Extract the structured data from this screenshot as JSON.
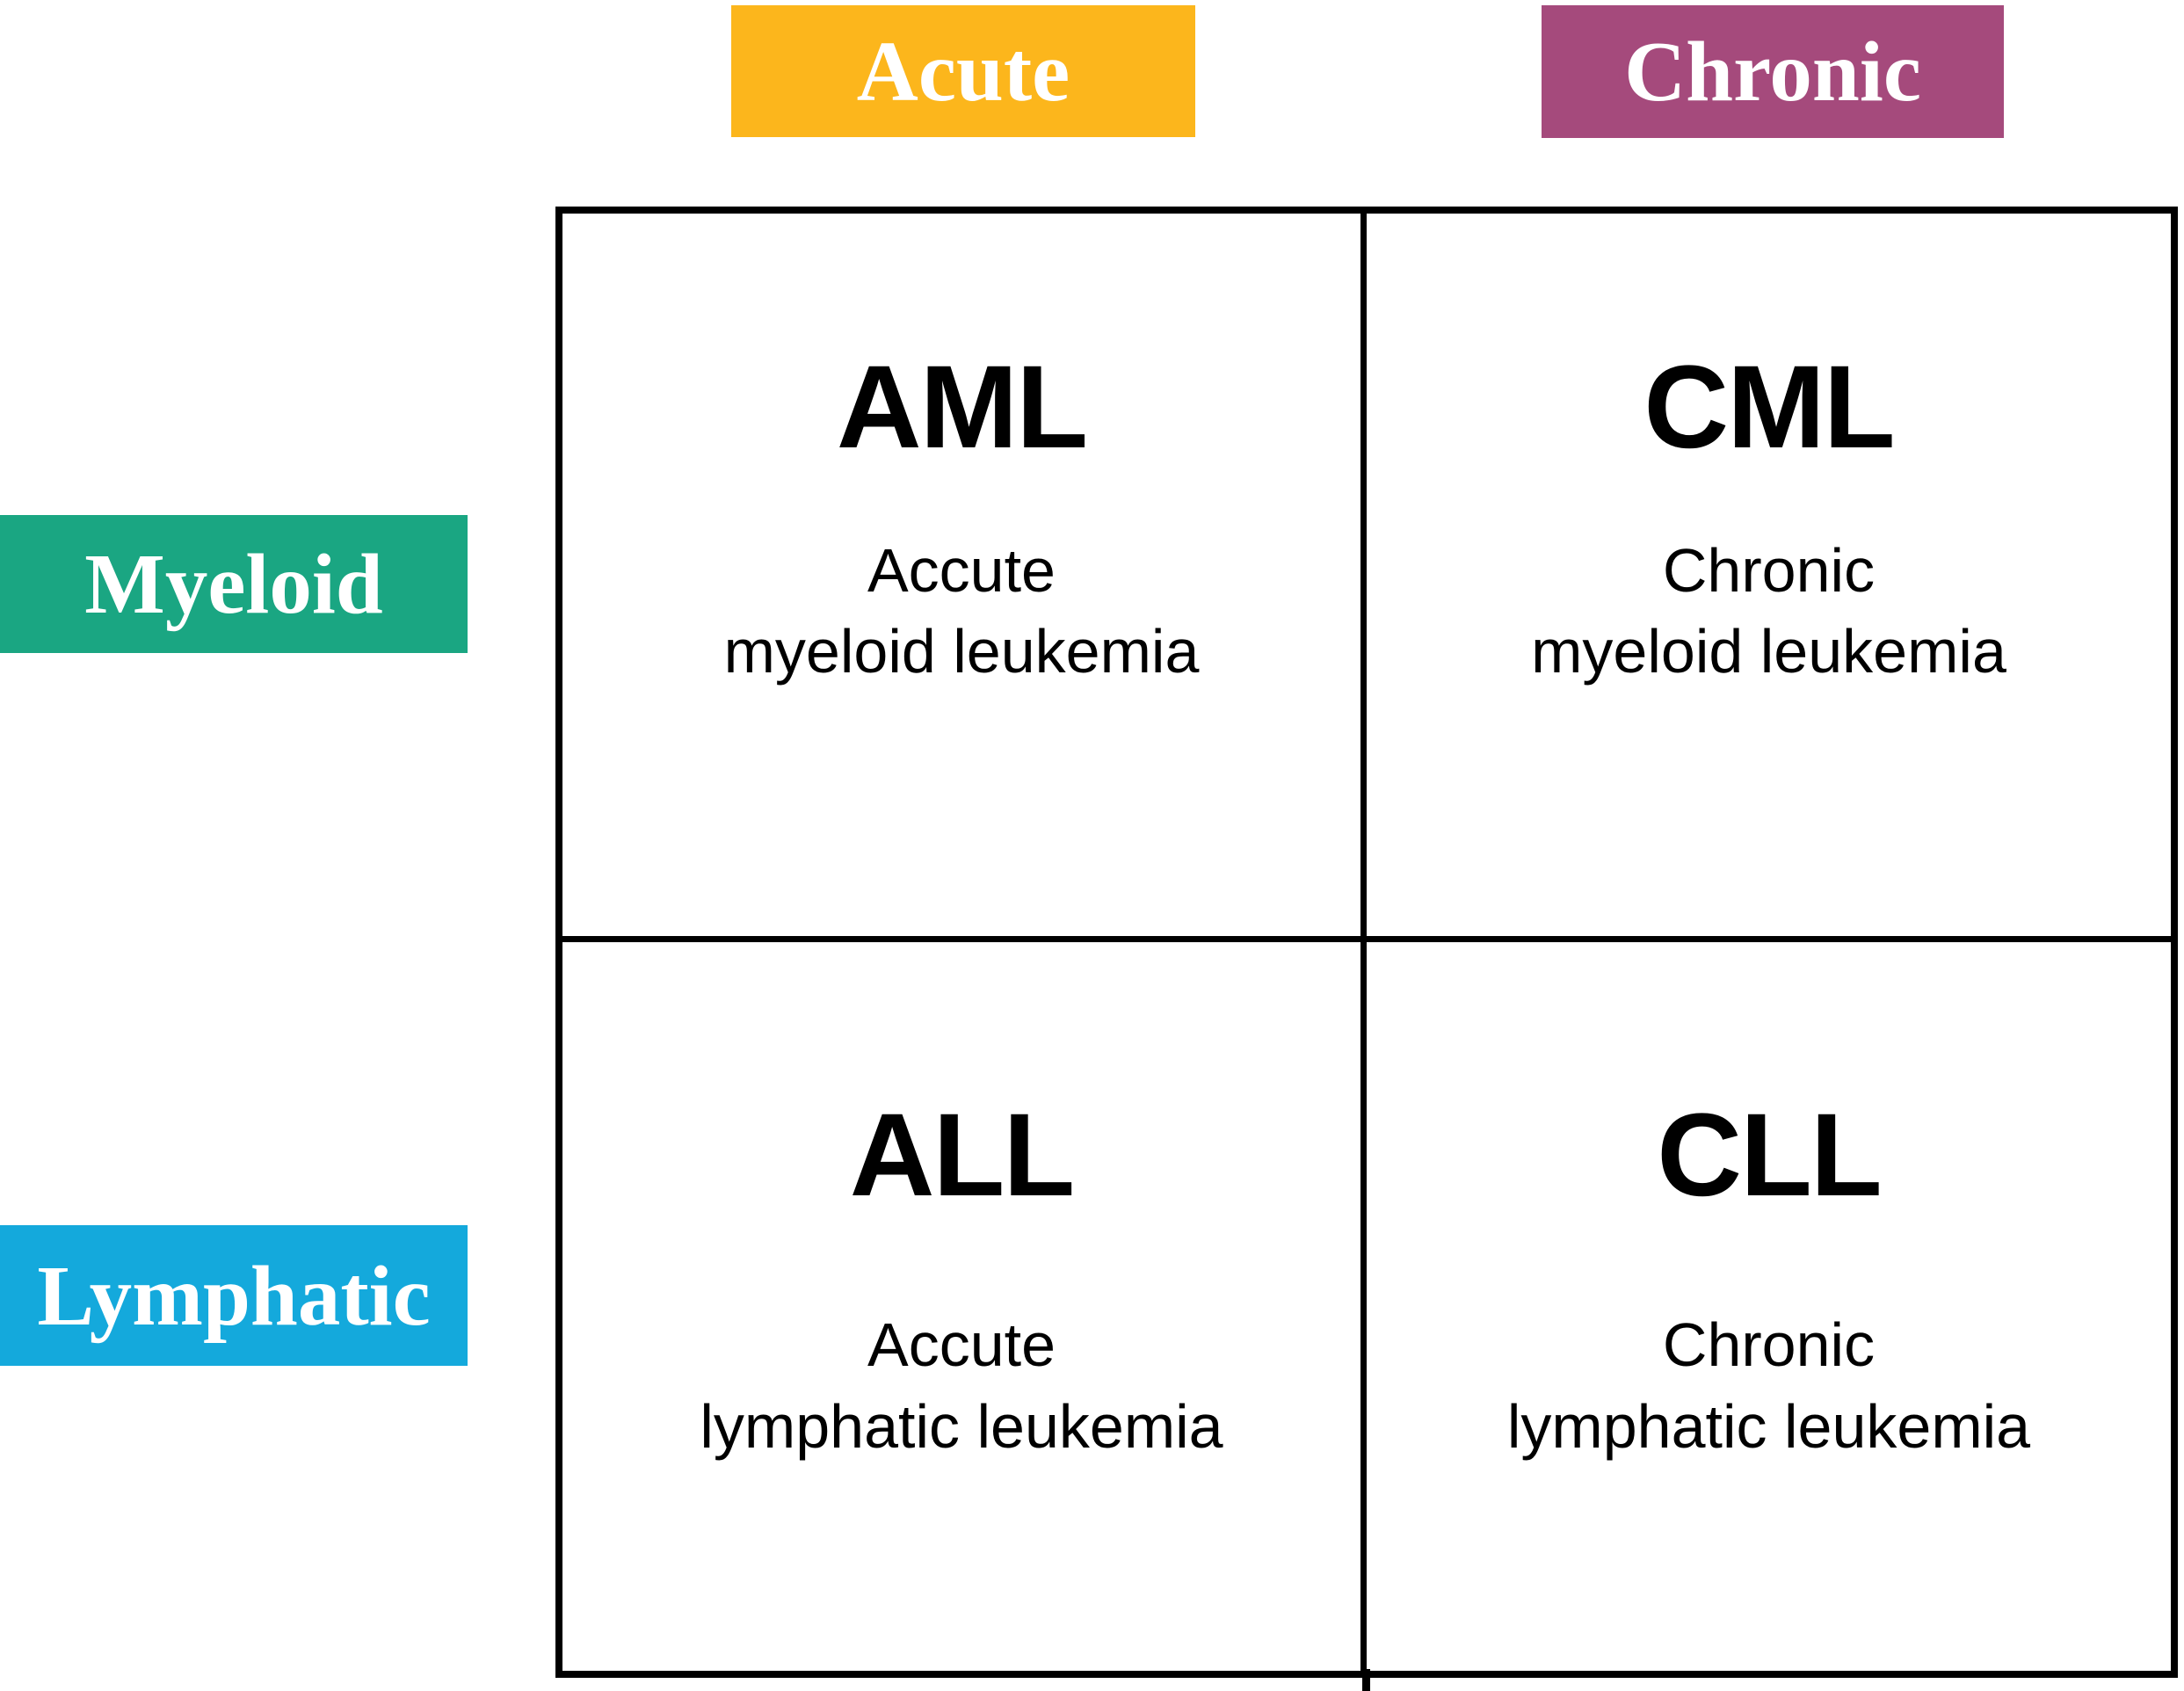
{
  "diagram": {
    "title_semantics": "Leukemia classification matrix",
    "column_headers": [
      {
        "label": "Acute",
        "color": "#FCB61C"
      },
      {
        "label": "Chronic",
        "color": "#A54A7C"
      }
    ],
    "row_headers": [
      {
        "label": "Myeloid",
        "color": "#1AA682"
      },
      {
        "label": "Lymphatic",
        "color": "#14A9DC"
      }
    ],
    "cells": [
      {
        "abbr": "AML",
        "name_line1": "Accute",
        "name_line2": "myeloid leukemia"
      },
      {
        "abbr": "CML",
        "name_line1": "Chronic",
        "name_line2": "myeloid leukemia"
      },
      {
        "abbr": "ALL",
        "name_line1": "Accute",
        "name_line2": "lymphatic leukemia"
      },
      {
        "abbr": "CLL",
        "name_line1": "Chronic",
        "name_line2": "lymphatic leukemia"
      }
    ],
    "colors": {
      "grid_border": "#000000",
      "background": "#FFFFFF",
      "header_text": "#FFFFFF",
      "cell_text": "#000000"
    }
  }
}
